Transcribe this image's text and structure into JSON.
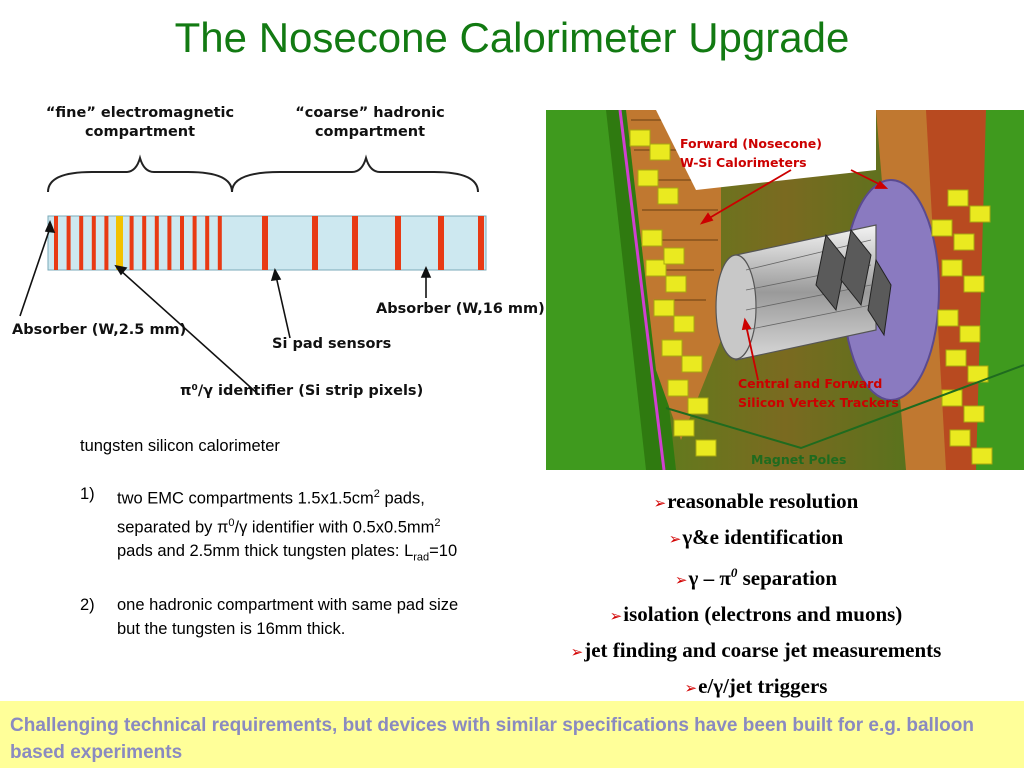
{
  "title": "The Nosecone Calorimeter Upgrade",
  "diagram": {
    "fine_label": "“fine” electromagnetic compartment",
    "fine_line1": "“fine” electromagnetic",
    "fine_line2": "compartment",
    "coarse_line1": "“coarse” hadronic",
    "coarse_line2": "compartment",
    "absorber_thin": "Absorber (W,2.5 mm)",
    "absorber_thick": "Absorber (W,16 mm)",
    "si_pad": "Si pad sensors",
    "pi_identifier": "π⁰/γ identifier (Si strip pixels)"
  },
  "description": {
    "intro": "tungsten silicon calorimeter",
    "items": [
      {
        "num": "1)",
        "text_a": "two EMC compartments 1.5x1.5cm",
        "sup_a": "2",
        "text_b": " pads, separated by π",
        "sup_b": "0",
        "text_c": "/γ identifier with 0.5x0.5mm",
        "sup_c": "2",
        "text_d": " pads and 2.5mm thick tungsten plates: L",
        "sub_d": "rad",
        "text_e": "=10"
      },
      {
        "num": "2)",
        "text": "one hadronic compartment with same pad size but the tungsten is 16mm thick."
      }
    ]
  },
  "detector": {
    "label_forward_1": "Forward (Nosecone)",
    "label_forward_2": "W-Si Calorimeters",
    "label_central_1": "Central  and Forward",
    "label_central_2": "Silicon Vertex Trackers",
    "label_magnet": "Magnet Poles"
  },
  "bullets": {
    "arrow_glyph": "➢",
    "items": [
      "reasonable  resolution",
      "γ&e identification",
      "γ – π",
      "isolation (electrons and muons)",
      "jet finding and coarse jet measurements",
      "e/γ/jet triggers"
    ],
    "sep_sup": "0",
    "sep_tail": " separation"
  },
  "banner": "Challenging technical requirements, but devices with similar specifications have been built for e.g. balloon based experiments",
  "colors": {
    "title": "#127a12",
    "bullet_arrow": "#d20000",
    "banner_bg": "#ffff99",
    "banner_text": "#8a8ac0",
    "label_red": "#cc0000",
    "label_green": "#1f6b1f"
  }
}
